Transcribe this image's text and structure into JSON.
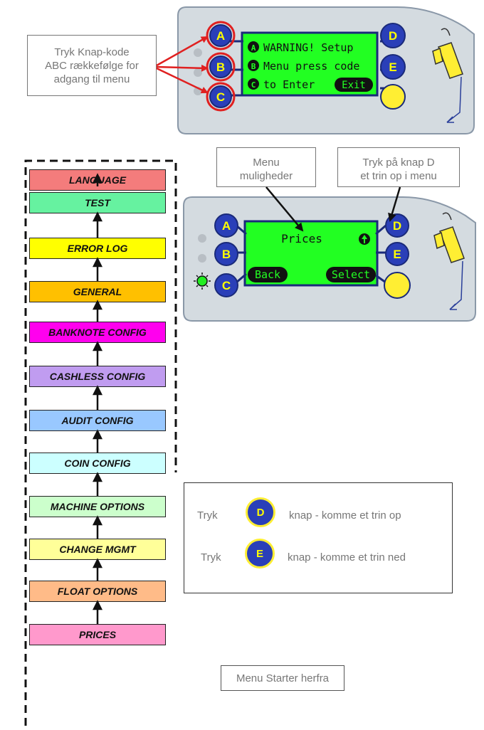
{
  "top_callout": {
    "line1": "Tryk Knap-kode",
    "line2": "ABC rækkefølge for",
    "line3": "adgang til menu"
  },
  "panel1": {
    "buttons": [
      "A",
      "B",
      "C",
      "D",
      "E"
    ],
    "lcd_line1": "WARNING! Setup",
    "lcd_line2": "Menu press code",
    "lcd_line3": "to Enter",
    "lcd_exit": "Exit",
    "lcd_markers": [
      "A",
      "B",
      "C"
    ]
  },
  "menu_callout": {
    "line1": "Menu",
    "line2": "muligheder"
  },
  "d_callout": {
    "line1": "Tryk på knap D",
    "line2": "et trin op i menu"
  },
  "panel2": {
    "buttons": [
      "A",
      "B",
      "C",
      "D",
      "E"
    ],
    "lcd_title": "Prices",
    "lcd_back": "Back",
    "lcd_select": "Select"
  },
  "menu_items": [
    {
      "label": "LANGUAGE",
      "color": "#f47c7c"
    },
    {
      "label": "TEST",
      "color": "#66f2a0"
    },
    {
      "label": "ERROR LOG",
      "color": "#ffff00"
    },
    {
      "label": "GENERAL",
      "color": "#ffc000"
    },
    {
      "label": "BANKNOTE CONFIG",
      "color": "#ff00ee"
    },
    {
      "label": "CASHLESS CONFIG",
      "color": "#c09cf0"
    },
    {
      "label": "AUDIT CONFIG",
      "color": "#99c8ff"
    },
    {
      "label": "COIN CONFIG",
      "color": "#ccffff"
    },
    {
      "label": "MACHINE OPTIONS",
      "color": "#ccffcc"
    },
    {
      "label": "CHANGE MGMT",
      "color": "#ffff99"
    },
    {
      "label": "FLOAT OPTIONS",
      "color": "#ffbb88"
    },
    {
      "label": "PRICES",
      "color": "#ff99cc"
    }
  ],
  "legend": {
    "row1_prefix": "Tryk",
    "row1_button": "D",
    "row1_text": "knap - komme et trin op",
    "row2_prefix": "Tryk",
    "row2_button": "E",
    "row2_text": "knap - komme et trin ned"
  },
  "start_box": {
    "label": "Menu Starter herfra"
  }
}
